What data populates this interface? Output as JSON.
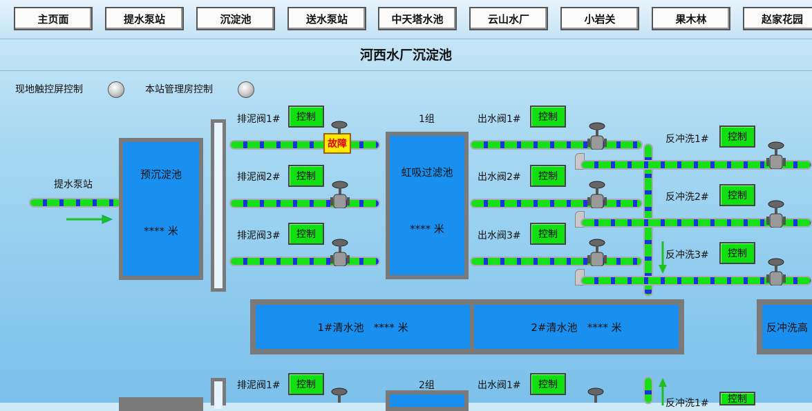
{
  "nav": [
    "主页面",
    "提水泵站",
    "沉淀池",
    "送水泵站",
    "中天塔水池",
    "云山水厂",
    "小岩关",
    "果木林",
    "赵家花园"
  ],
  "title": "河西水厂沉淀池",
  "modes": {
    "local": "现地触控屏控制",
    "station": "本站管理房控制"
  },
  "control_label": "控制",
  "pump_station": "提水泵站",
  "pre_tank": {
    "name": "预沉淀池",
    "level": "**** 米"
  },
  "filter": {
    "name": "虹吸过滤池",
    "level": "**** 米"
  },
  "group1": "1组",
  "group2": "2组",
  "drain_valves": [
    "排泥阀1#",
    "排泥阀2#",
    "排泥阀3#"
  ],
  "outlet_valves": [
    "出水阀1#",
    "出水阀2#",
    "出水阀3#"
  ],
  "backwash": [
    "反冲洗1#",
    "反冲洗2#",
    "反冲洗3#"
  ],
  "fault_label": "故障",
  "clear_tank1": {
    "name": "1#清水池",
    "level": "**** 米"
  },
  "clear_tank2": {
    "name": "2#清水池",
    "level": "**** 米"
  },
  "backwash_high": "反冲洗高",
  "g2_drain": "排泥阀1#",
  "g2_outlet": "出水阀1#",
  "g2_backwash": "反冲洗1#"
}
